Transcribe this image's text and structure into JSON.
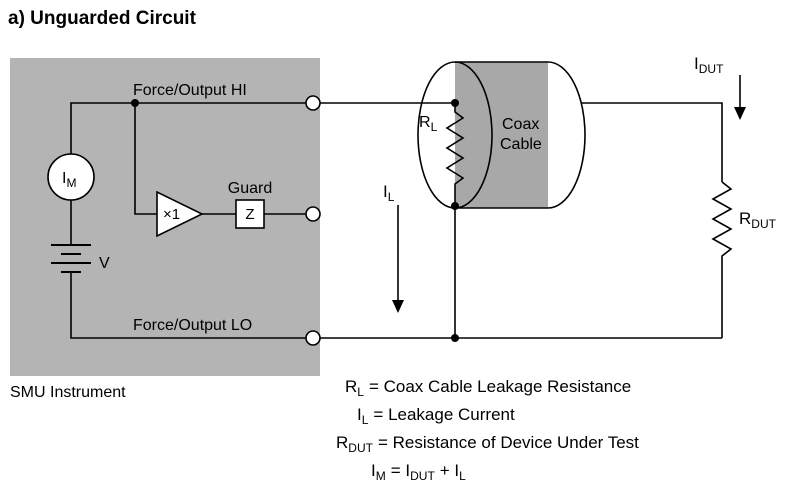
{
  "title": "a) Unguarded Circuit",
  "colors": {
    "smu_box": "#b4b4b4",
    "coax_body": "#a8a8a8",
    "coax_cap": "#b9b9b9",
    "coax_face": "#d6d6d6"
  },
  "smu": {
    "name": "SMU Instrument",
    "terminals": {
      "hi": "Force/Output HI",
      "guard": "Guard",
      "lo": "Force/Output LO"
    },
    "meter": {
      "t": "I",
      "sub": "M"
    },
    "source_label": "V",
    "buffer_gain": "×1",
    "impedance": "Z"
  },
  "coax": {
    "label_line1": "Coax",
    "label_line2": "Cable",
    "leakage_resistor": {
      "t": "R",
      "sub": "L"
    }
  },
  "annotations": {
    "leakage_current": {
      "t": "I",
      "sub": "L"
    },
    "dut_current": {
      "t": "I",
      "sub": "DUT"
    },
    "dut_resistor": {
      "t": "R",
      "sub": "DUT"
    }
  },
  "legend": {
    "lines": [
      {
        "parts": [
          {
            "t": "R"
          },
          {
            "t": "L"
          },
          {
            "t": "= Coax Cable Leakage Resistance"
          }
        ]
      },
      {
        "parts": [
          {
            "t": "I"
          },
          {
            "t": "L"
          },
          {
            "t": "= Leakage Current"
          }
        ]
      },
      {
        "parts": [
          {
            "t": "R"
          },
          {
            "t": "DUT"
          },
          {
            "t": "= Resistance of Device Under Test"
          }
        ]
      },
      {
        "parts": [
          {
            "t": "I"
          },
          {
            "t": "M"
          },
          {
            "t": "= I"
          },
          {
            "t": "DUT"
          },
          {
            "t": "+ I"
          },
          {
            "t": "L"
          }
        ]
      }
    ]
  }
}
